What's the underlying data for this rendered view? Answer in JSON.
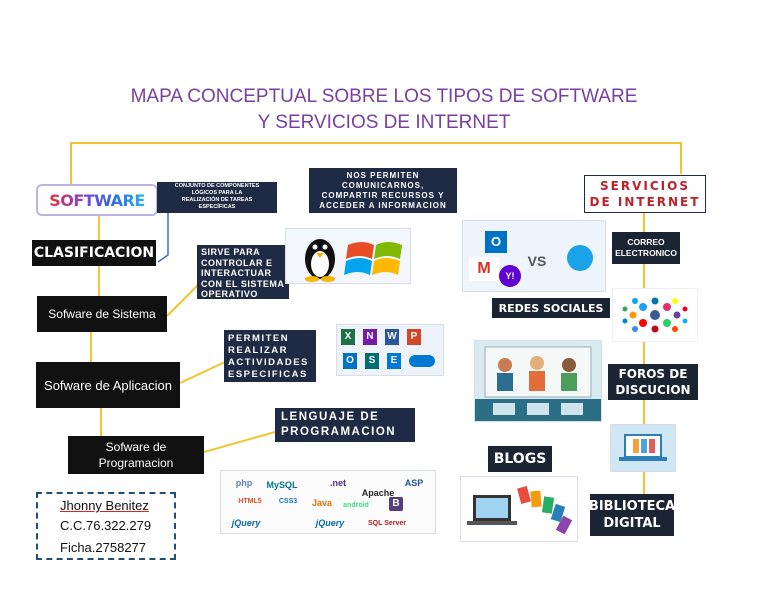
{
  "title": {
    "line1": "MAPA CONCEPTUAL SOBRE LOS TIPOS DE SOFTWARE",
    "line2": "Y SERVICIOS DE INTERNET"
  },
  "software": {
    "logo": "SOFTWARE",
    "definition": [
      "CONJUNTO DE COMPONENTES",
      "LÓGICOS PARA LA",
      "REALIZACIÓN DE TAREAS",
      "ESPECÍFICAS"
    ],
    "clasificacion": "CLASIFICACION",
    "sistema": {
      "label": "Sofware de Sistema",
      "note": [
        "SIRVE PARA",
        "CONTROLAR E",
        "INTERACTUAR",
        "CON EL SISTEMA",
        "OPERATIVO"
      ]
    },
    "aplicacion": {
      "label": "Sofware de Aplicacion",
      "note": [
        "PERMITEN",
        "REALIZAR",
        "ACTIVIDADES",
        "ESPECIFICAS"
      ]
    },
    "programacion": {
      "label_line1": "Sofware de",
      "label_line2": "Programacion",
      "note": [
        "LENGUAJE DE",
        "PROGRAMACION"
      ]
    }
  },
  "internet": {
    "heading": [
      "SERVICIOS",
      "DE INTERNET"
    ],
    "note": [
      "NOS PERMITEN",
      "COMUNICARNOS,",
      "COMPARTIR RECURSOS Y",
      "ACCEDER A INFORMACION"
    ],
    "correo": [
      "CORREO",
      "ELECTRONICO"
    ],
    "redes": "REDES SOCIALES",
    "foros": [
      "FOROS DE",
      "DISCUCION"
    ],
    "blogs": "BLOGS",
    "biblioteca": [
      "BIBLIOTECA",
      "DIGITAL"
    ]
  },
  "author": {
    "name": "Jhonny Benitez",
    "cc": "C.C.76.322.279",
    "ficha": "Ficha.2758277"
  },
  "logos": {
    "office": [
      "X",
      "N",
      "W",
      "P",
      "O",
      "S",
      "E"
    ],
    "programming": [
      "php",
      "MySQL",
      ".net",
      "Apache",
      "ASP",
      "HTML5",
      "CSS3",
      "Java",
      "android",
      "B",
      "jQuery",
      "jQuery",
      "SQL Server"
    ],
    "mail": [
      "O",
      "M",
      "VS",
      "Y!"
    ]
  },
  "colors": {
    "title": "#7a3fa0",
    "connector": "#f2c530",
    "node": "#111111",
    "note": "#1f2a44",
    "internet_heading": "#c0202a"
  }
}
